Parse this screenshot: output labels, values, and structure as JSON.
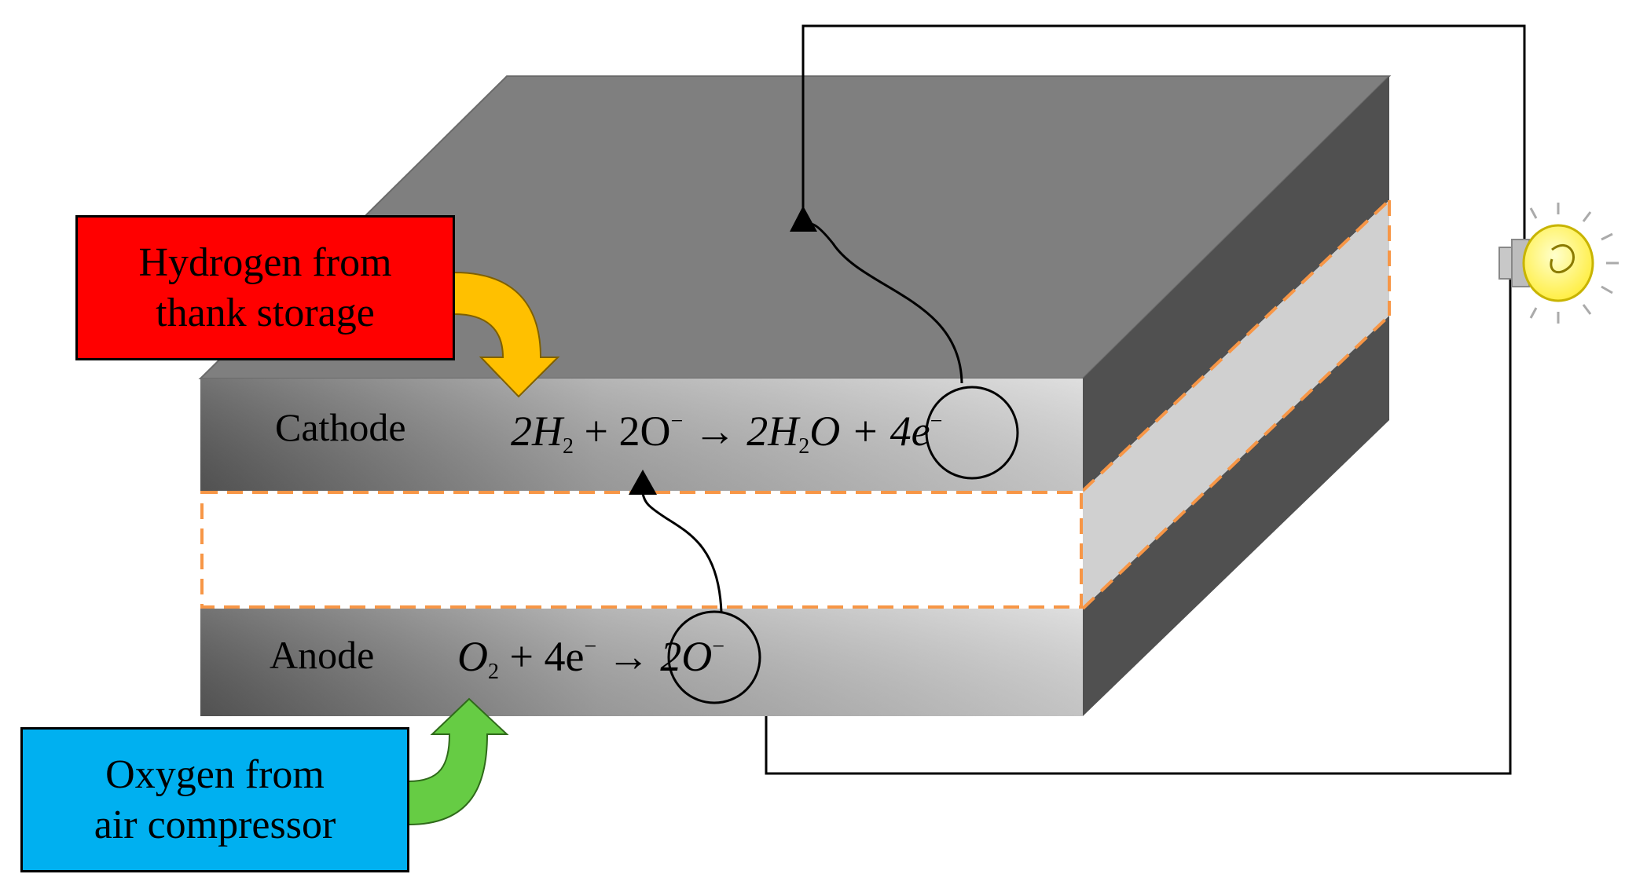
{
  "hydrogen_box": {
    "line1": "Hydrogen from",
    "line2": "thank storage",
    "fill": "#ff0000"
  },
  "oxygen_box": {
    "line1": "Oxygen from",
    "line2": "air compressor",
    "fill": "#00b0f0"
  },
  "cathode": {
    "label": "Cathode",
    "equation": {
      "a": "2H",
      "a_sub": "2",
      "b": "+ 2O",
      "b_sup": "−",
      "arrow": "→",
      "c": "2H",
      "c_sub": "2",
      "d": "O + 4e",
      "d_sup": "−"
    }
  },
  "anode": {
    "label": "Anode",
    "equation": {
      "a": "O",
      "a_sub": "2",
      "b": "+ 4e",
      "b_sup": "−",
      "arrow": "→",
      "c": "2O",
      "c_sup": "−"
    }
  },
  "colors": {
    "top_face": "#7f7f7f",
    "side_dark": "#505050",
    "side_light": "#d0d0d0",
    "dashed_border": "#f79646",
    "hydrogen_arrow": "#ffc000",
    "oxygen_arrow": "#66cc44",
    "bulb": "#ffff66"
  }
}
